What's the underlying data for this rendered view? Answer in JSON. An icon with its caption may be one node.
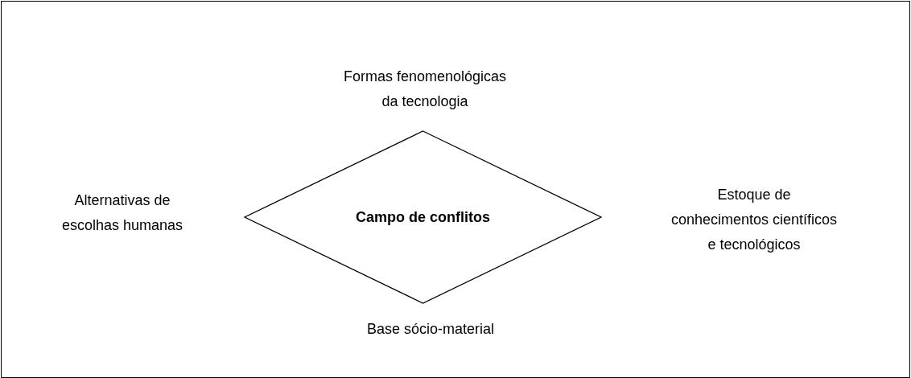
{
  "diagram": {
    "nodes": [
      {
        "text": [
          "Campo de conflitos"
        ]
      }
    ],
    "edges": [],
    "labels": [
      "Formas fenomenológicas da tecnologia",
      "Alternativas de escolhas humanas",
      "Estoque de conhecimentos científicos e tecnológicos",
      "Base sócio-material"
    ]
  }
}
